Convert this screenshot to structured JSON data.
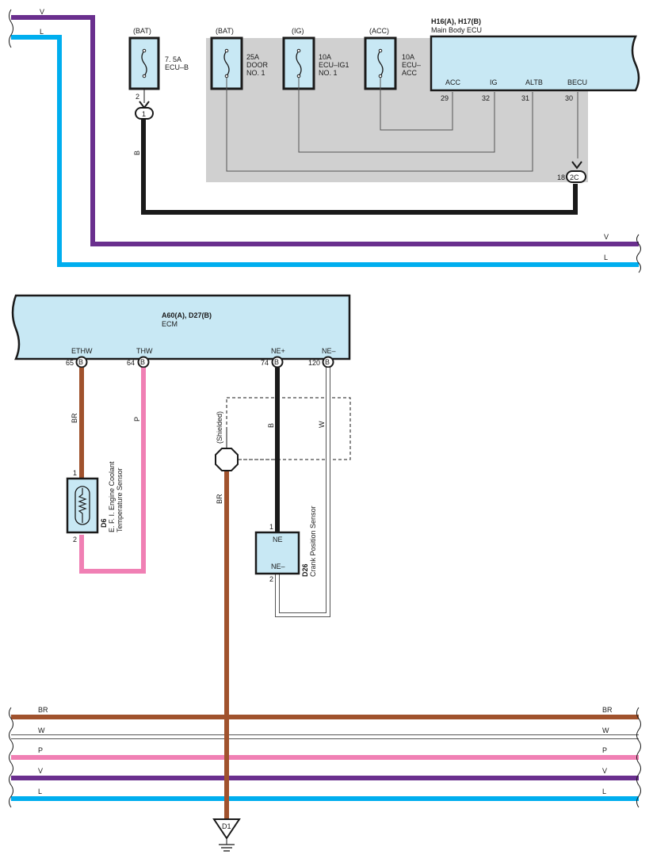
{
  "wires": {
    "v": "V",
    "l": "L",
    "b": "B",
    "br": "BR",
    "w": "W",
    "p": "P"
  },
  "colors": {
    "violet": "#6a2f8e",
    "blue": "#00aeef",
    "black": "#1a1a1a",
    "brown": "#a0522d",
    "pink": "#f080b4",
    "white_wire": "#ffffff",
    "ecu_fill": "#c8e8f4",
    "shade": "#d0d0d0"
  },
  "fuses": [
    {
      "source": "(BAT)",
      "rating": "7. 5A",
      "name1": "ECU–B",
      "name2": "",
      "pin": "2",
      "conn": "1"
    },
    {
      "source": "(BAT)",
      "rating": "25A",
      "name1": "DOOR",
      "name2": "NO. 1"
    },
    {
      "source": "(IG)",
      "rating": "10A",
      "name1": "ECU–IG1",
      "name2": "NO. 1"
    },
    {
      "source": "(ACC)",
      "rating": "10A",
      "name1": "ECU–",
      "name2": "ACC"
    }
  ],
  "main_body_ecu": {
    "code": "H16(A), H17(B)",
    "name": "Main Body ECU",
    "terminals": [
      {
        "label": "ACC",
        "pin": "29"
      },
      {
        "label": "IG",
        "pin": "32"
      },
      {
        "label": "ALTB",
        "pin": "31"
      },
      {
        "label": "BECU",
        "pin": "30"
      }
    ],
    "junction_pin": "18",
    "junction_conn": "2C"
  },
  "ecm": {
    "code": "A60(A), D27(B)",
    "name": "ECM",
    "terminals": [
      {
        "label": "ETHW",
        "pin": "65",
        "conn": "B"
      },
      {
        "label": "THW",
        "pin": "64",
        "conn": "B"
      },
      {
        "label": "NE+",
        "pin": "74",
        "conn": "B"
      },
      {
        "label": "NE–",
        "pin": "120",
        "conn": "B"
      }
    ]
  },
  "coolant_sensor": {
    "code": "D6",
    "name1": "E. F. I. Engine Coolant",
    "name2": "Temperature Sensor",
    "pin1": "1",
    "pin2": "2"
  },
  "crank_sensor": {
    "code": "D26",
    "name": "Crank Position Sensor",
    "term1": "NE",
    "term2": "NE–",
    "pin1": "1",
    "pin2": "2"
  },
  "shielded": "(Shielded)",
  "ground": "D1"
}
